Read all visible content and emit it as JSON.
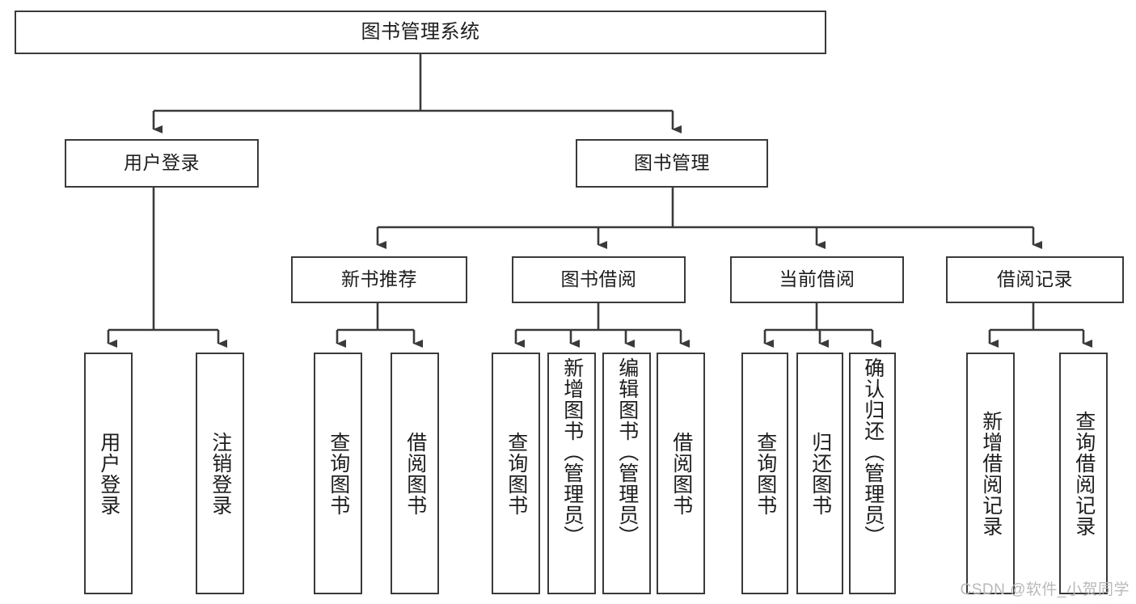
{
  "diagram": {
    "title": "图书管理系统",
    "type": "tree-hierarchy-diagram",
    "background_color": "#ffffff",
    "line_color": "#3a3a3a",
    "text_color": "#1d1d1d"
  },
  "nodes": {
    "root": {
      "label": "图书管理系统"
    },
    "level2": [
      {
        "label": "用户登录"
      },
      {
        "label": "图书管理"
      }
    ],
    "level3": [
      {
        "label": "新书推荐"
      },
      {
        "label": "图书借阅"
      },
      {
        "label": "当前借阅"
      },
      {
        "label": "借阅记录"
      }
    ],
    "leaves": {
      "user_login": [
        {
          "label": "用户登录"
        },
        {
          "label": "注销登录"
        }
      ],
      "new_book_recommend": [
        {
          "label": "查询图书"
        },
        {
          "label": "借阅图书"
        }
      ],
      "book_borrow": [
        {
          "label": "查询图书"
        },
        {
          "label": "新增图书（管理员）"
        },
        {
          "label": "编辑图书（管理员）"
        },
        {
          "label": "借阅图书"
        }
      ],
      "current_borrow": [
        {
          "label": "查询图书"
        },
        {
          "label": "归还图书"
        },
        {
          "label": "确认归还（管理员）"
        }
      ],
      "borrow_record": [
        {
          "label": "新增借阅记录"
        },
        {
          "label": "查询借阅记录"
        }
      ]
    }
  },
  "watermark": {
    "text": "CSDN @软件_小贺同学"
  }
}
